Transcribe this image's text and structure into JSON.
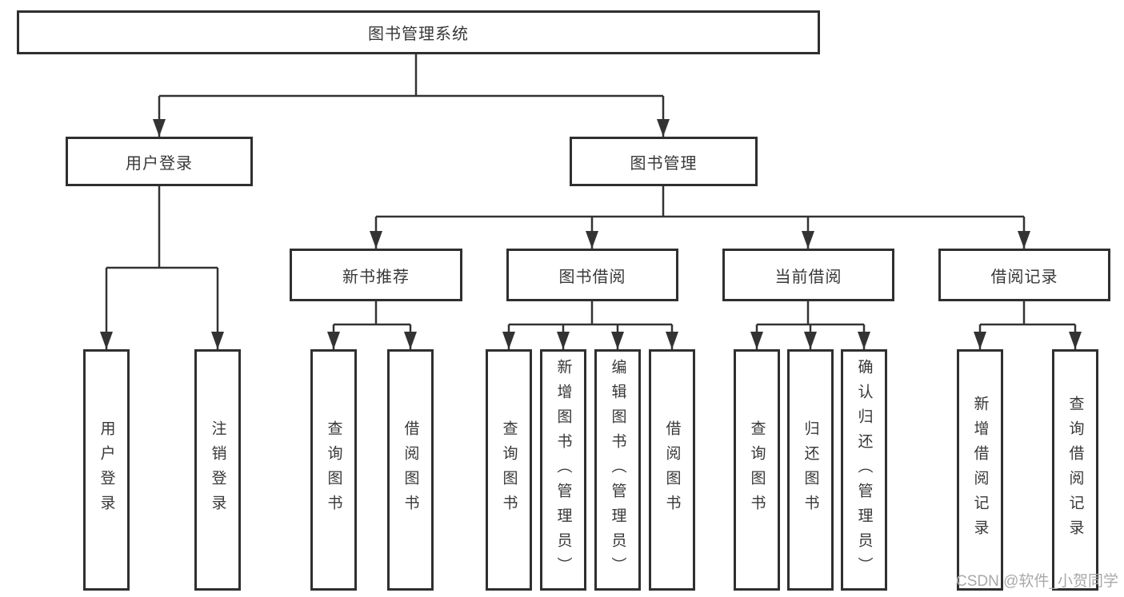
{
  "nodes": {
    "root": {
      "label": "图书管理系统"
    },
    "user_login": {
      "label": "用户登录"
    },
    "book_mgmt": {
      "label": "图书管理"
    },
    "new_books": {
      "label": "新书推荐"
    },
    "book_borrow": {
      "label": "图书借阅"
    },
    "current_borrow": {
      "label": "当前借阅"
    },
    "borrow_records": {
      "label": "借阅记录"
    },
    "leaves": {
      "user_login": {
        "label": "用户登录"
      },
      "logout": {
        "label": "注销登录"
      },
      "nb_search": {
        "label": "查询图书"
      },
      "nb_borrow": {
        "label": "借阅图书"
      },
      "bb_search": {
        "label": "查询图书"
      },
      "bb_add": {
        "label": "新增图书（管理员）"
      },
      "bb_edit": {
        "label": "编辑图书（管理员）"
      },
      "bb_borrow": {
        "label": "借阅图书"
      },
      "cb_search": {
        "label": "查询图书"
      },
      "cb_return": {
        "label": "归还图书"
      },
      "cb_confirm": {
        "label": "确认归还（管理员）"
      },
      "br_add": {
        "label": "新增借阅记录"
      },
      "br_search": {
        "label": "查询借阅记录"
      }
    }
  },
  "watermark": {
    "text": "CSDN @软件_小贺同学"
  },
  "colors": {
    "line": "#333333",
    "box_border": "#2f2f2f",
    "text": "#383838",
    "watermark": "#a9a9a9",
    "background": "#ffffff"
  }
}
